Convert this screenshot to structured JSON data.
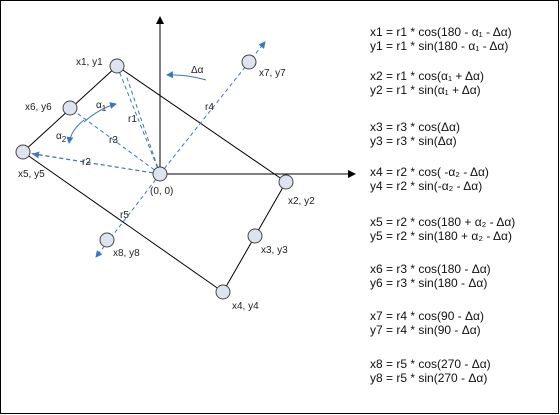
{
  "points": {
    "p1": "x1, y1",
    "p2": "x2, y2",
    "p3": "x3, y3",
    "p4": "x4, y4",
    "p5": "x5, y5",
    "p6": "x6, y6",
    "p7": "x7, y7",
    "p8": "x8, y8",
    "origin": "(0, 0)"
  },
  "radii": {
    "r1": "r1",
    "r2": "r2",
    "r3": "r3",
    "r4": "r4",
    "r5": "r5"
  },
  "angles": {
    "alpha1": "α",
    "alpha1_sub": "1",
    "alpha2": "α",
    "alpha2_sub": "2",
    "delta_alpha": "Δα"
  },
  "equations": [
    "x1 = r1 * cos(180 - α₁ - Δα)",
    "y1 = r1 * sin(180 - α₁ - Δα)",
    "x2 = r1 * cos(α₁ + Δα)",
    "y2 = r1 * sin(α₁ + Δα)",
    "x3 = r3 * cos(Δα)",
    "y3 = r3 * sin(Δα)",
    "x4 = r2 * cos( -α₂ - Δα)",
    "y4 = r2 * sin(-α₂ - Δα)",
    "x5 = r2 * cos(180 + α₂ - Δα)",
    "y5 = r2 * sin(180 + α₂ - Δα)",
    "x6 = r3 * cos(180 - Δα)",
    "y6 = r3 * sin(180 - Δα)",
    "x7 = r4 * cos(90 - Δα)",
    "y7 = r4 * sin(90 - Δα)",
    "x8 = r5 * cos(270 - Δα)",
    "y8 = r5 * sin(270 - Δα)"
  ],
  "colors": {
    "border": "#000000",
    "axis": "#000000",
    "shape": "#000000",
    "dashed": "#3b78c0",
    "circle_fill": "#dde3ef",
    "circle_stroke": "#444444"
  }
}
